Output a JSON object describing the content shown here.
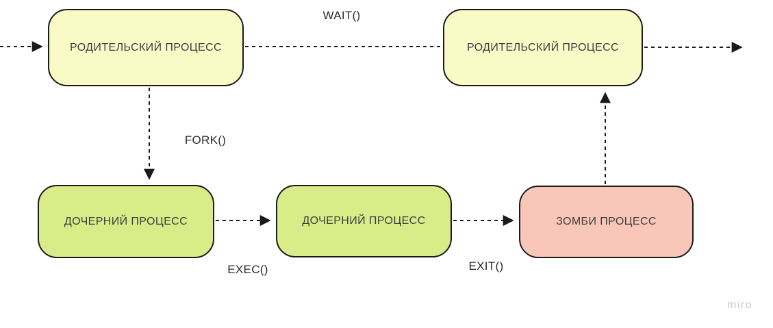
{
  "diagram": {
    "title": "process-lifecycle-diagram",
    "type": "flow",
    "nodes": [
      {
        "id": "parent-1",
        "label": "РОДИТЕЛЬСКИЙ ПРОЦЕСС",
        "type": "parent"
      },
      {
        "id": "parent-2",
        "label": "РОДИТЕЛЬСКИЙ ПРОЦЕСС",
        "type": "parent"
      },
      {
        "id": "child-1",
        "label": "ДОЧЕРНИЙ ПРОЦЕСС",
        "type": "child"
      },
      {
        "id": "child-2",
        "label": "ДОЧЕРНИЙ ПРОЦЕСС",
        "type": "child"
      },
      {
        "id": "zombie",
        "label": "ЗОМБИ ПРОЦЕСС",
        "type": "zombie"
      }
    ],
    "edge_labels": [
      {
        "id": "wait",
        "label": "WAIT()"
      },
      {
        "id": "fork",
        "label": "FORK()"
      },
      {
        "id": "exec",
        "label": "EXEC()"
      },
      {
        "id": "exit",
        "label": "EXIT()"
      }
    ],
    "edges": [
      {
        "id": "entry",
        "from": "offscreen-left",
        "to": "parent-1",
        "style": "dashed-arrow"
      },
      {
        "id": "wait-connector",
        "from": "parent-1",
        "to": "parent-2",
        "style": "dashed",
        "label": "WAIT()"
      },
      {
        "id": "exit-right",
        "from": "parent-2",
        "to": "offscreen-right",
        "style": "dashed-arrow"
      },
      {
        "id": "fork-edge",
        "from": "parent-1",
        "to": "child-1",
        "style": "dashed-arrow",
        "label": "FORK()"
      },
      {
        "id": "exec-edge",
        "from": "child-1",
        "to": "child-2",
        "style": "dashed-arrow",
        "label": "EXEC()"
      },
      {
        "id": "exit-edge",
        "from": "child-2",
        "to": "zombie",
        "style": "dashed-arrow",
        "label": "EXIT()"
      },
      {
        "id": "reap-edge",
        "from": "zombie",
        "to": "parent-2",
        "style": "dashed-arrow"
      }
    ]
  },
  "watermark": "miro",
  "colors": {
    "background": "#ffffff",
    "parent-fill": "#fafac6",
    "child-fill": "#d9ec88",
    "zombie-fill": "#f9c6ba",
    "stroke": "#1a1a1a",
    "node-text": "#3d3d3d",
    "label-text": "#2b2b2b",
    "watermark-text": "#c9c9c9"
  }
}
